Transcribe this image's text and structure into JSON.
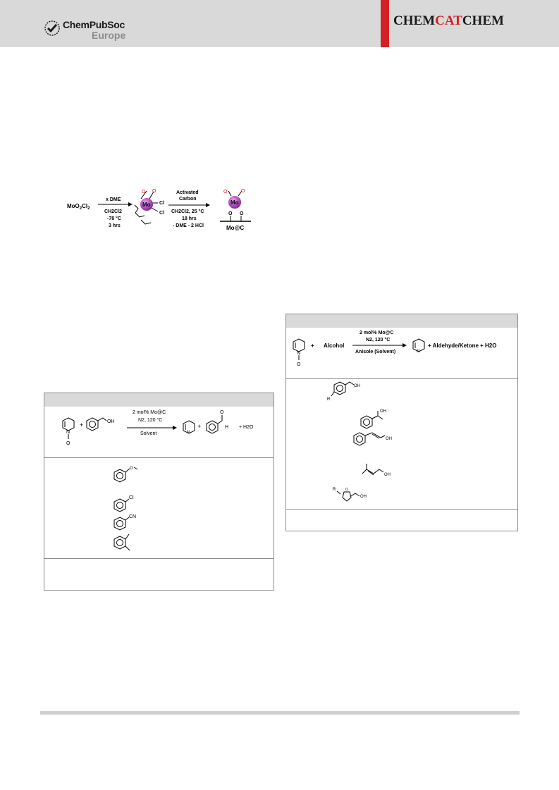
{
  "header": {
    "logo_top": "ChemPubSoc",
    "logo_bottom": "Europe",
    "journal_prefix": "CHEM",
    "journal_mid": "CAT",
    "journal_suffix": "CHEM"
  },
  "scheme1": {
    "reactant": "MoO",
    "reactant_sub1": "2",
    "reactant_cl": "Cl",
    "reactant_sub2": "2",
    "arrow1_top": "x DME",
    "arrow1_b1": "CH2Cl2",
    "arrow1_b2": "-78 °C",
    "arrow1_b3": "3 hrs",
    "mo_label": "Mo",
    "cl_label": "Cl",
    "o_label": "O",
    "arrow2_t1": "Activated",
    "arrow2_t2": "Carbon",
    "arrow2_b1": "CH2Cl2, 25 °C",
    "arrow2_b2": "18 hrs",
    "arrow2_b3": "- DME - 2 HCl",
    "product": "Mo@C"
  },
  "table1": {
    "plus": "+",
    "oh": "OH",
    "catalyst": "2 mol% Mo@C",
    "conditions": "N2, 120 °C",
    "solvent": "Solvent",
    "n": "N",
    "o": "O",
    "h": "H",
    "water": "+ H2O",
    "cl": "Cl",
    "cn": "CN"
  },
  "table2": {
    "plus": "+",
    "alcohol": "Alcohol",
    "catalyst": "2 mol% Mo@C",
    "conditions": "N2, 120 °C",
    "solvent": "Anisole (Solvent)",
    "products": "+ Aldehyde/Ketone + H2O",
    "n": "N",
    "o": "O",
    "oh": "OH",
    "r": "R"
  }
}
